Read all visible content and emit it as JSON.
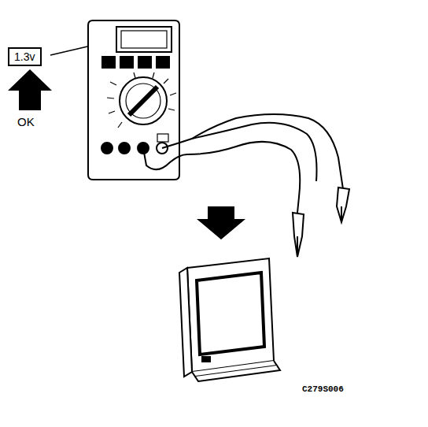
{
  "diagram": {
    "nodes": [
      {
        "text": [
          "1.3v"
        ]
      }
    ],
    "labels": [
      "OK",
      "C279S006"
    ]
  }
}
